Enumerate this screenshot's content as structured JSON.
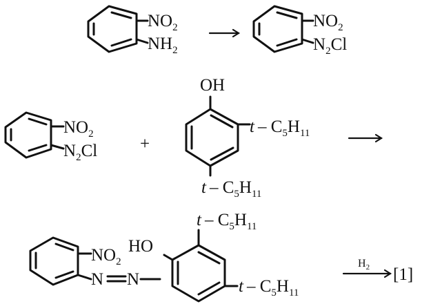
{
  "reaction_1": {
    "reactant": {
      "group_top": "NO",
      "group_top_sub": "2",
      "group_bottom": "NH",
      "group_bottom_sub": "2"
    },
    "arrow": "⟶",
    "product": {
      "group_top": "NO",
      "group_top_sub": "2",
      "group_bottom": "N",
      "group_bottom_sub": "2",
      "group_bottom_tail": "Cl"
    }
  },
  "reaction_2": {
    "reactant_a": {
      "group_top": "NO",
      "group_top_sub": "2",
      "group_bottom": "N",
      "group_bottom_sub": "2",
      "group_bottom_tail": "Cl"
    },
    "plus": "+",
    "reactant_b": {
      "hydroxy": "OH",
      "sub_ortho_prefix": "t",
      "sub_ortho": "– C",
      "sub_ortho_s1": "5",
      "sub_ortho_mid": "H",
      "sub_ortho_s2": "11",
      "sub_para_prefix": "t",
      "sub_para": "– C",
      "sub_para_s1": "5",
      "sub_para_mid": "H",
      "sub_para_s2": "11"
    },
    "arrow": "⟶"
  },
  "reaction_3": {
    "azo": {
      "nitro": "NO",
      "nitro_sub": "2",
      "azo_label": "N",
      "azo_label2": "N",
      "hydroxy": "HO",
      "sub_top_prefix": "t",
      "sub_top": "– C",
      "sub_top_s1": "5",
      "sub_top_mid": "H",
      "sub_top_s2": "11",
      "sub_right_prefix": "t",
      "sub_right": "– C",
      "sub_right_s1": "5",
      "sub_right_mid": "H",
      "sub_right_s2": "11"
    },
    "reagent": "H",
    "reagent_sub": "2",
    "product_ref": "[1]"
  }
}
